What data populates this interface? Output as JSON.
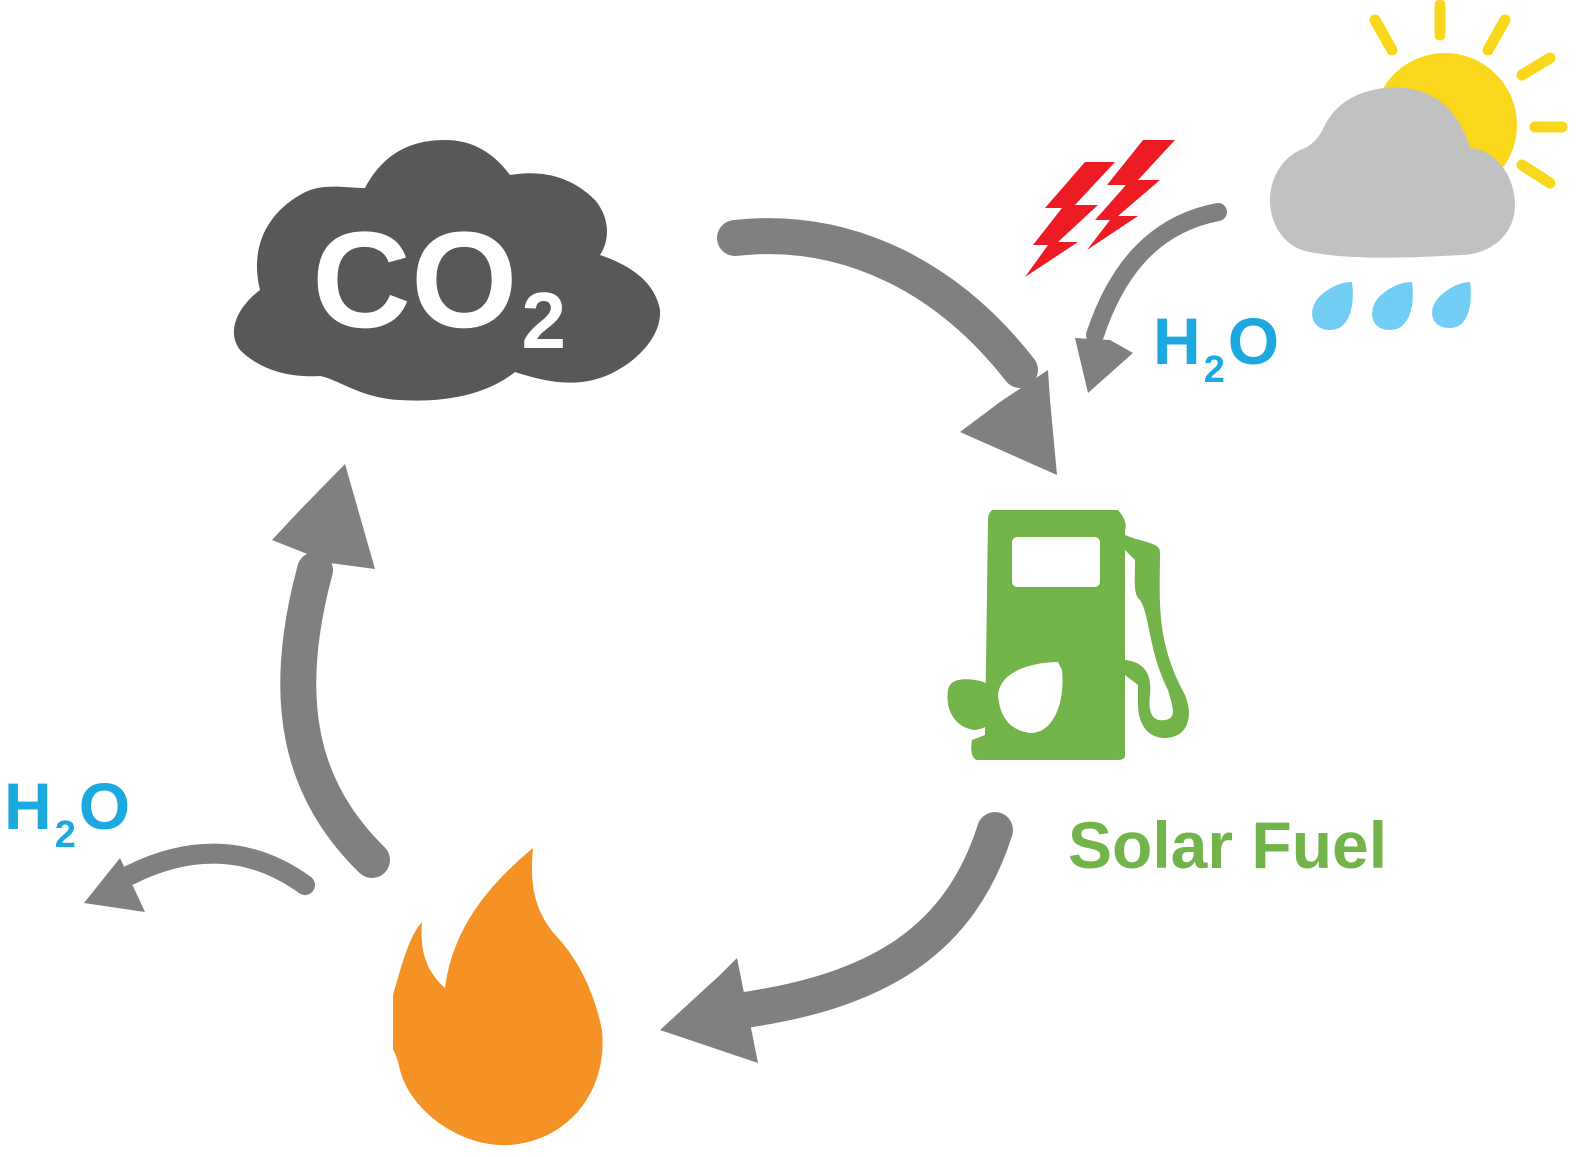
{
  "co2": {
    "main": "CO",
    "sub": "2"
  },
  "h2o_right": {
    "h": "H",
    "sub": "2",
    "o": "O"
  },
  "h2o_left": {
    "h": "H",
    "sub": "2",
    "o": "O"
  },
  "solar_fuel_label": "Solar Fuel",
  "colors": {
    "arrow": "#808080",
    "co2_cloud": "#58585a",
    "sun": "#f9d71c",
    "weather_cloud": "#c1c1c1",
    "rain": "#72cdf4",
    "lightning": "#ed1c24",
    "water_text": "#1ba9e0",
    "fuel": "#72b44a",
    "flame": "#f59225"
  }
}
